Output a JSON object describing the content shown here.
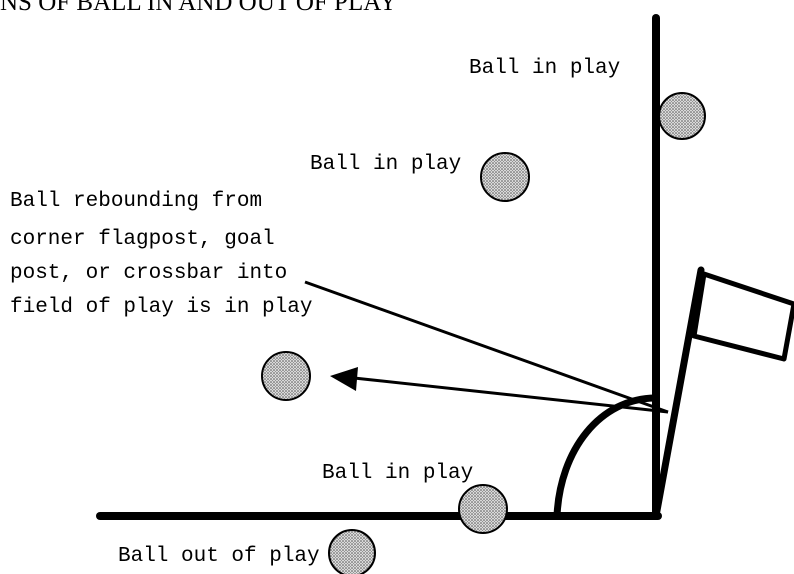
{
  "title": "NS OF BALL IN AND OUT OF PLAY",
  "labels": {
    "ball_in_play_top": "Ball in play",
    "ball_in_play_middle": "Ball in play",
    "rebound_line_1": "Ball rebounding from",
    "rebound_line_2": "corner flagpost, goal",
    "rebound_line_3": "post, or crossbar into",
    "rebound_line_4": "field of play is in play",
    "ball_in_play_bottom": "Ball in play",
    "ball_out_of_play": "Ball out of play"
  },
  "colors": {
    "line": "#000000",
    "ball_fill": "#c8c8c8",
    "ball_stroke": "#000000",
    "flag_fill": "#ffffff"
  }
}
